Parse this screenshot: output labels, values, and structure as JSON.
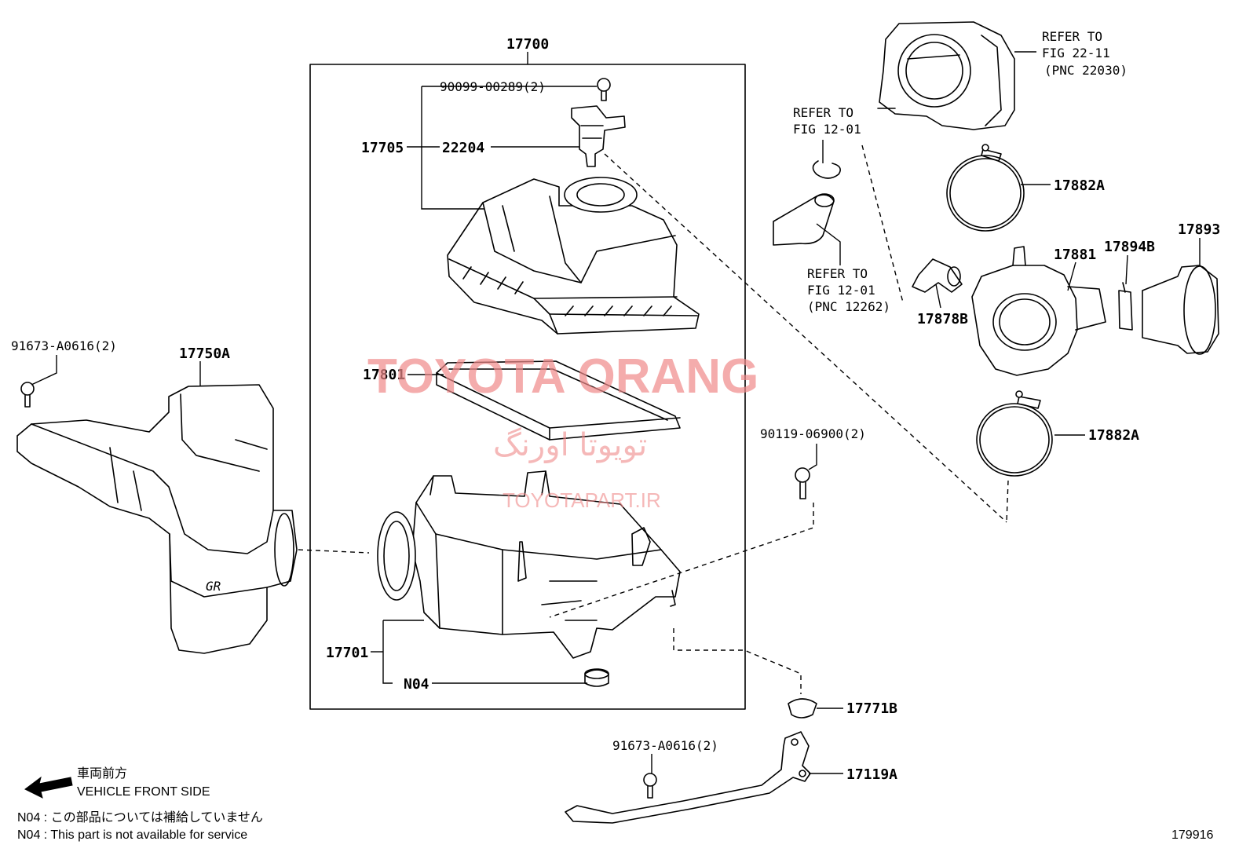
{
  "callouts": {
    "assembly_17700": "17700",
    "bolt_90099": "90099-00289(2)",
    "cap_17705": "17705",
    "sensor_22204": "22204",
    "filter_17801": "17801",
    "case_17701": "17701",
    "n04": "N04",
    "bolt_91673_top": "91673-A0616(2)",
    "inlet_17750A": "17750A",
    "bolt_90119": "90119-06900(2)",
    "grommet_17771B": "17771B",
    "bolt_91673_bottom": "91673-A0616(2)",
    "bracket_17119A": "17119A",
    "clamp_17882A_top": "17882A",
    "clamp_17882A_bottom": "17882A",
    "hose_17881": "17881",
    "clip_17894B": "17894B",
    "hose_17893": "17893",
    "hose_17878B": "17878B"
  },
  "refers": {
    "throttle": [
      "REFER TO",
      "FIG 22-11",
      "(PNC 22030)"
    ],
    "clip": [
      "REFER TO",
      "FIG 12-01"
    ],
    "hose": [
      "REFER TO",
      "FIG 12-01",
      "(PNC 12262)"
    ]
  },
  "watermark": {
    "brand": "TOYOTA ORANG",
    "persian": "تویوتا اورنگ",
    "site": "TOYOTAPART.IR"
  },
  "legend": {
    "direction_jp": "車両前方",
    "direction_en": "VEHICLE FRONT SIDE",
    "note_jp": "N04 : この部品については補給していません",
    "note_en": "N04 : This part is not available for service"
  },
  "figure_number": "179916",
  "colors": {
    "line": "#000000",
    "watermark": "#f08a8a",
    "background": "#ffffff"
  }
}
